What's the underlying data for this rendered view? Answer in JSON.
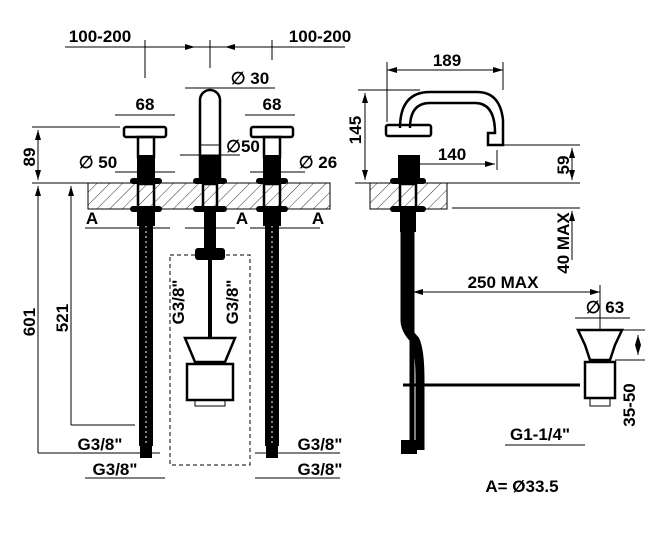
{
  "front_view": {
    "spacing_left": "100-200",
    "spacing_right": "100-200",
    "spout_diameter": "∅ 30",
    "handle_width_left": "68",
    "handle_width_right": "68",
    "handle_height": "89",
    "base_diameter_left": "∅ 50",
    "base_diameter_spout": "∅50",
    "shank_diameter": "∅ 26",
    "section_marks": [
      "A",
      "A",
      "A"
    ],
    "total_height": "601",
    "hose_length": "521",
    "connection_spout_left": "G3/8\"",
    "connection_spout_right": "G3/8\"",
    "connection_left_upper": "G3/8\"",
    "connection_left_lower": "G3/8\"",
    "connection_right_upper": "G3/8\"",
    "connection_right_lower": "G3/8\""
  },
  "side_view": {
    "spout_reach": "189",
    "spout_height": "145",
    "spout_projection": "140",
    "spout_clearance": "59",
    "deck_thickness": "40 MAX",
    "waste_distance": "250 MAX",
    "waste_diameter": "∅ 63",
    "waste_thread": "G1-1/4\"",
    "waste_range": "35-50"
  },
  "note": "A= Ø33.5"
}
